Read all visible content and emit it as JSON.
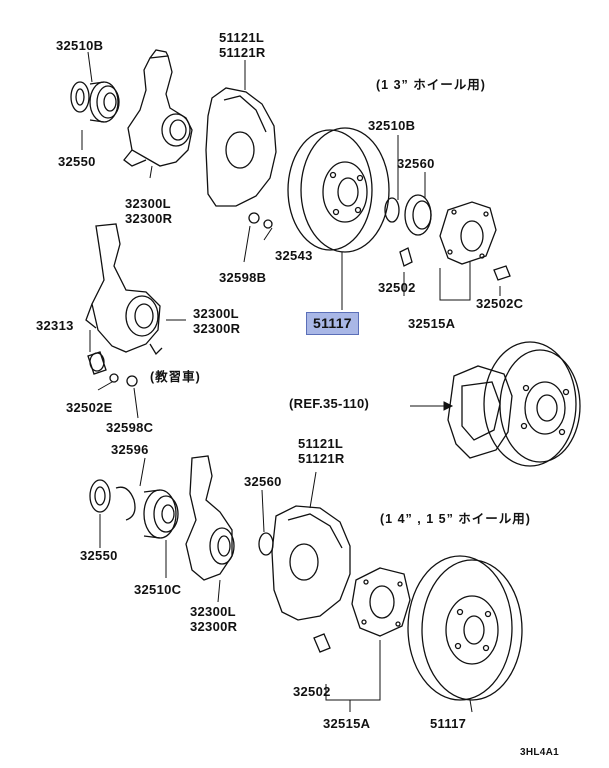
{
  "labels": {
    "l32510b_top": "32510B",
    "l51121_top": "51121L\n51121R",
    "l13wheel": "(1 3” ホイール用)",
    "l32510b_right": "32510B",
    "l32560_top": "32560",
    "l32550_top": "32550",
    "l32300_top": "32300L\n32300R",
    "l32543": "32543",
    "l32598b": "32598B",
    "l32502_mid": "32502",
    "l32502c": "32502C",
    "l32515a_top": "32515A",
    "l51117_hl": "51117",
    "l32313": "32313",
    "l32300_mid": "32300L\n32300R",
    "l_kyoshu": "(教習車)",
    "l32502e": "32502E",
    "l32598c": "32598C",
    "l_ref": "(REF.35-110)",
    "l32596": "32596",
    "l51121_bot": "51121L\n51121R",
    "l32560_bot": "32560",
    "l1415wheel": "(1 4” , 1 5” ホイール用)",
    "l32550_bot": "32550",
    "l32510c": "32510C",
    "l32300_bot": "32300L\n32300R",
    "l32502_bot": "32502",
    "l32515a_bot": "32515A",
    "l51117_bot": "51117",
    "l_code": "3HL4A1"
  },
  "highlight_color": "#a9b7e6"
}
